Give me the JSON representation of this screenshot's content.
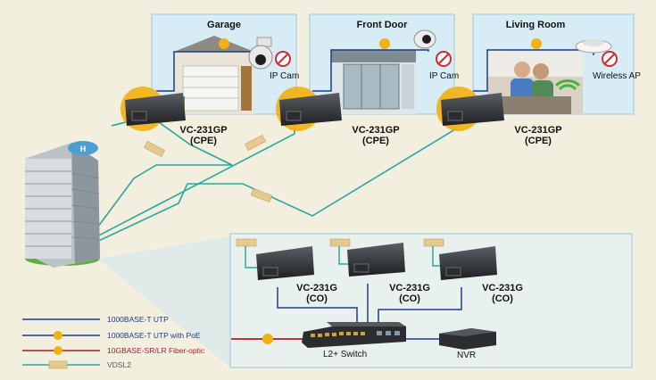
{
  "rooms": [
    {
      "title": "Garage",
      "device": "IP Cam",
      "cpe_model": "VC-231GP",
      "cpe_role": "(CPE)"
    },
    {
      "title": "Front Door",
      "device": "IP Cam",
      "cpe_model": "VC-231GP",
      "cpe_role": "(CPE)"
    },
    {
      "title": "Living Room",
      "device": "Wireless AP",
      "cpe_model": "VC-231GP",
      "cpe_role": "(CPE)"
    }
  ],
  "co_units": [
    {
      "model": "VC-231G",
      "role": "(CO)"
    },
    {
      "model": "VC-231G",
      "role": "(CO)"
    },
    {
      "model": "VC-231G",
      "role": "(CO)"
    }
  ],
  "tags": {
    "vdsl": "VDSL2",
    "poe": "PoE"
  },
  "switch_label": "L2+ Switch",
  "nvr_label": "NVR",
  "legend": [
    {
      "label": "1000BASE-T UTP",
      "color": "#1d3a8a"
    },
    {
      "label": "1000BASE-T UTP with PoE",
      "color": "#1d3a8a"
    },
    {
      "label": "10GBASE-SR/LR Fiber-optic",
      "color": "#b0182c"
    },
    {
      "label": "VDSL2",
      "color": "#2aa79b"
    }
  ],
  "colors": {
    "utp": "#1d3a8a",
    "vdsl": "#2aa79b",
    "fiber": "#b0182c",
    "poe": "#f2b011",
    "panel": "#d7ecf4"
  }
}
